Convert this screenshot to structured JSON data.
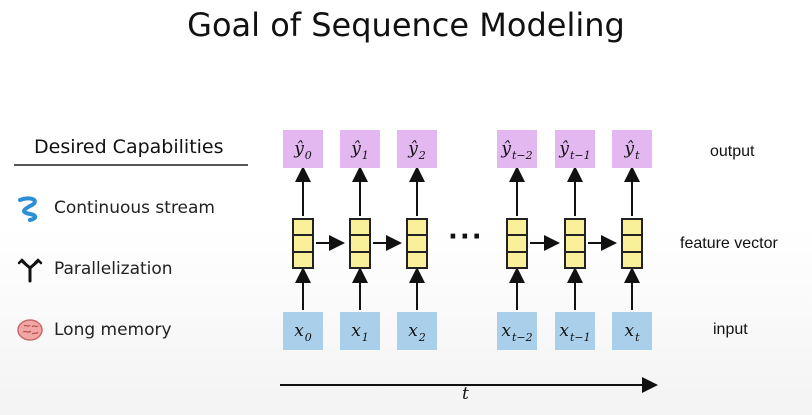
{
  "title": "Goal of Sequence Modeling",
  "capabilities": {
    "header": "Desired Capabilities",
    "items": [
      {
        "label": "Continuous stream",
        "icon": "stream-icon"
      },
      {
        "label": "Parallelization",
        "icon": "fork-icon"
      },
      {
        "label": "Long memory",
        "icon": "brain-icon"
      }
    ]
  },
  "diagram": {
    "output_label": "output",
    "feature_label": "feature vector",
    "input_label": "input",
    "time_label": "t",
    "ellipsis": "···",
    "outputs": [
      {
        "base": "ŷ",
        "sub": "0"
      },
      {
        "base": "ŷ",
        "sub": "1"
      },
      {
        "base": "ŷ",
        "sub": "2"
      },
      {
        "base": "ŷ",
        "sub": "t−2"
      },
      {
        "base": "ŷ",
        "sub": "t−1"
      },
      {
        "base": "ŷ",
        "sub": "t"
      }
    ],
    "inputs": [
      {
        "base": "x",
        "sub": "0"
      },
      {
        "base": "x",
        "sub": "1"
      },
      {
        "base": "x",
        "sub": "2"
      },
      {
        "base": "x",
        "sub": "t−2"
      },
      {
        "base": "x",
        "sub": "t−1"
      },
      {
        "base": "x",
        "sub": "t"
      }
    ],
    "colors": {
      "output": "#e3b8f0",
      "input": "#a9cfea",
      "feature": "#fbf09a"
    }
  }
}
